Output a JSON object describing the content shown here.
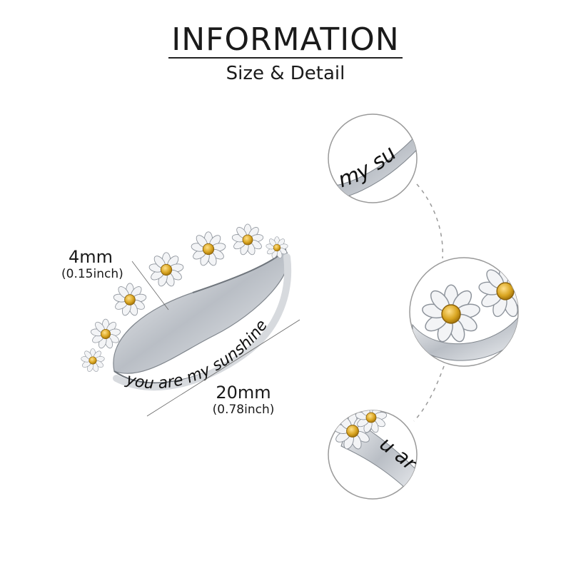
{
  "header": {
    "title": "INFORMATION",
    "subtitle": "Size & Detail"
  },
  "dimensions": {
    "width": {
      "metric": "4mm",
      "imperial": "(0.15inch)"
    },
    "diameter": {
      "metric": "20mm",
      "imperial": "(0.78inch)"
    }
  },
  "ring": {
    "engraving": "you are my sunshine",
    "detail_engraving_top": "my su",
    "detail_engraving_bottom": "u ar"
  },
  "colors": {
    "silver": "#cfd3d8",
    "gold": "#d9a521",
    "ink": "#111111"
  }
}
